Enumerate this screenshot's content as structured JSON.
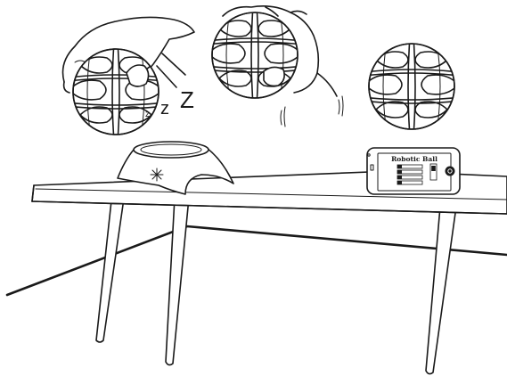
{
  "sleep_letters": [
    "z",
    "z",
    "Z"
  ],
  "phone": {
    "app_title": "Robotic Ball",
    "menu_items": 4,
    "button_icon": "power-icon"
  },
  "dock": {
    "light_icon": "sparkle-icon"
  },
  "colors": {
    "ink": "#1a1a1a",
    "background": "#ffffff"
  }
}
